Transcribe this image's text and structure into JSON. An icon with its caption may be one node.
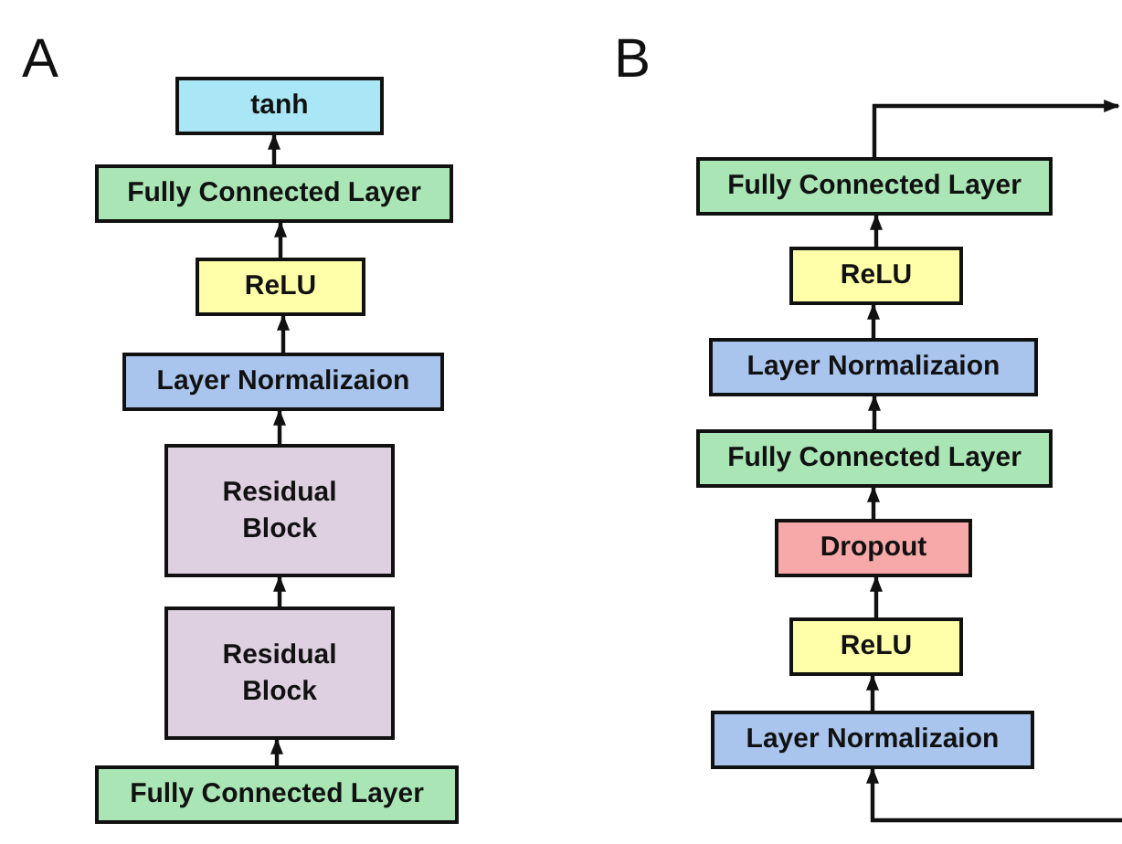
{
  "diagram": {
    "nodes": [
      {
        "text": [
          "tanh"
        ]
      },
      {
        "text": [
          "Fully Connected Layer"
        ]
      },
      {
        "text": [
          "ReLU"
        ]
      },
      {
        "text": [
          "Layer Normalizaion"
        ]
      },
      {
        "text": [
          "Residual Block"
        ]
      },
      {
        "text": [
          "Residual Block"
        ]
      },
      {
        "text": [
          "Fully Connected Layer"
        ]
      },
      {
        "text": [
          "Fully Connected Layer"
        ]
      },
      {
        "text": [
          "ReLU"
        ]
      },
      {
        "text": [
          "Layer Normalizaion"
        ]
      },
      {
        "text": [
          "Fully Connected Layer"
        ]
      },
      {
        "text": [
          "Dropout"
        ]
      },
      {
        "text": [
          "ReLU"
        ]
      },
      {
        "text": [
          "Layer Normalizaion"
        ]
      }
    ],
    "edges": [
      {
        "from": 6,
        "to": 5,
        "arrow": "to"
      },
      {
        "from": 5,
        "to": 4,
        "arrow": "to"
      },
      {
        "from": 4,
        "to": 3,
        "arrow": "to"
      },
      {
        "from": 3,
        "to": 2,
        "arrow": "to"
      },
      {
        "from": 2,
        "to": 1,
        "arrow": "to"
      },
      {
        "from": 1,
        "to": 0,
        "arrow": "to"
      },
      {
        "from": null,
        "to": 13,
        "arrow": "to"
      },
      {
        "from": 13,
        "to": 12,
        "arrow": "to"
      },
      {
        "from": 12,
        "to": 11,
        "arrow": "to"
      },
      {
        "from": 11,
        "to": 10,
        "arrow": "to"
      },
      {
        "from": 10,
        "to": 9,
        "arrow": "to"
      },
      {
        "from": 9,
        "to": 8,
        "arrow": "to"
      },
      {
        "from": 8,
        "to": 7,
        "arrow": "to"
      },
      {
        "from": 7,
        "to": null,
        "arrow": "to"
      }
    ],
    "labels": [
      "A",
      "B"
    ]
  }
}
